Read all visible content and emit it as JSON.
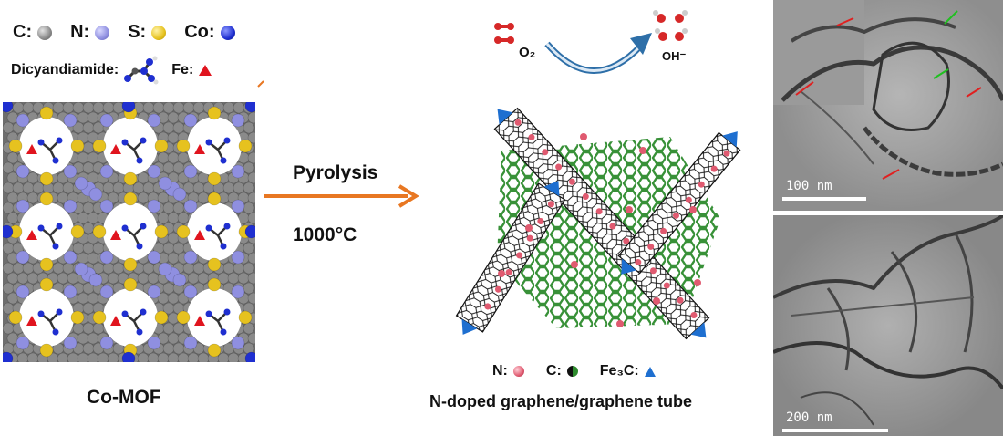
{
  "legend_top": {
    "c_label": "C:",
    "n_label": "N:",
    "s_label": "S:",
    "co_label": "Co:",
    "dicyandiamide_label": "Dicyandiamide:",
    "fe_label": "Fe:"
  },
  "colors": {
    "carbon": "#8a8a8a",
    "nitrogen": "#8f8fe0",
    "sulfur": "#e6c21f",
    "cobalt": "#1f2fd0",
    "iron": "#e0141e",
    "arrow_orange": "#e87722",
    "fe3c": "#1e6fd0",
    "graphene_green": "#2e8b2e",
    "n_dopant": "#e05a70"
  },
  "left_panel": {
    "caption": "Co-MOF"
  },
  "process": {
    "step": "Pyrolysis",
    "temperature": "1000°C"
  },
  "reaction": {
    "reactant": "O₂",
    "product": "OH⁻"
  },
  "legend_bottom": {
    "n_label": "N:",
    "c_label": "C:",
    "fe3c_label": "Fe₃C:"
  },
  "product": {
    "caption": "N-doped graphene/graphene tube"
  },
  "tem_images": [
    {
      "scale": "100 nm"
    },
    {
      "scale": "200 nm"
    }
  ]
}
